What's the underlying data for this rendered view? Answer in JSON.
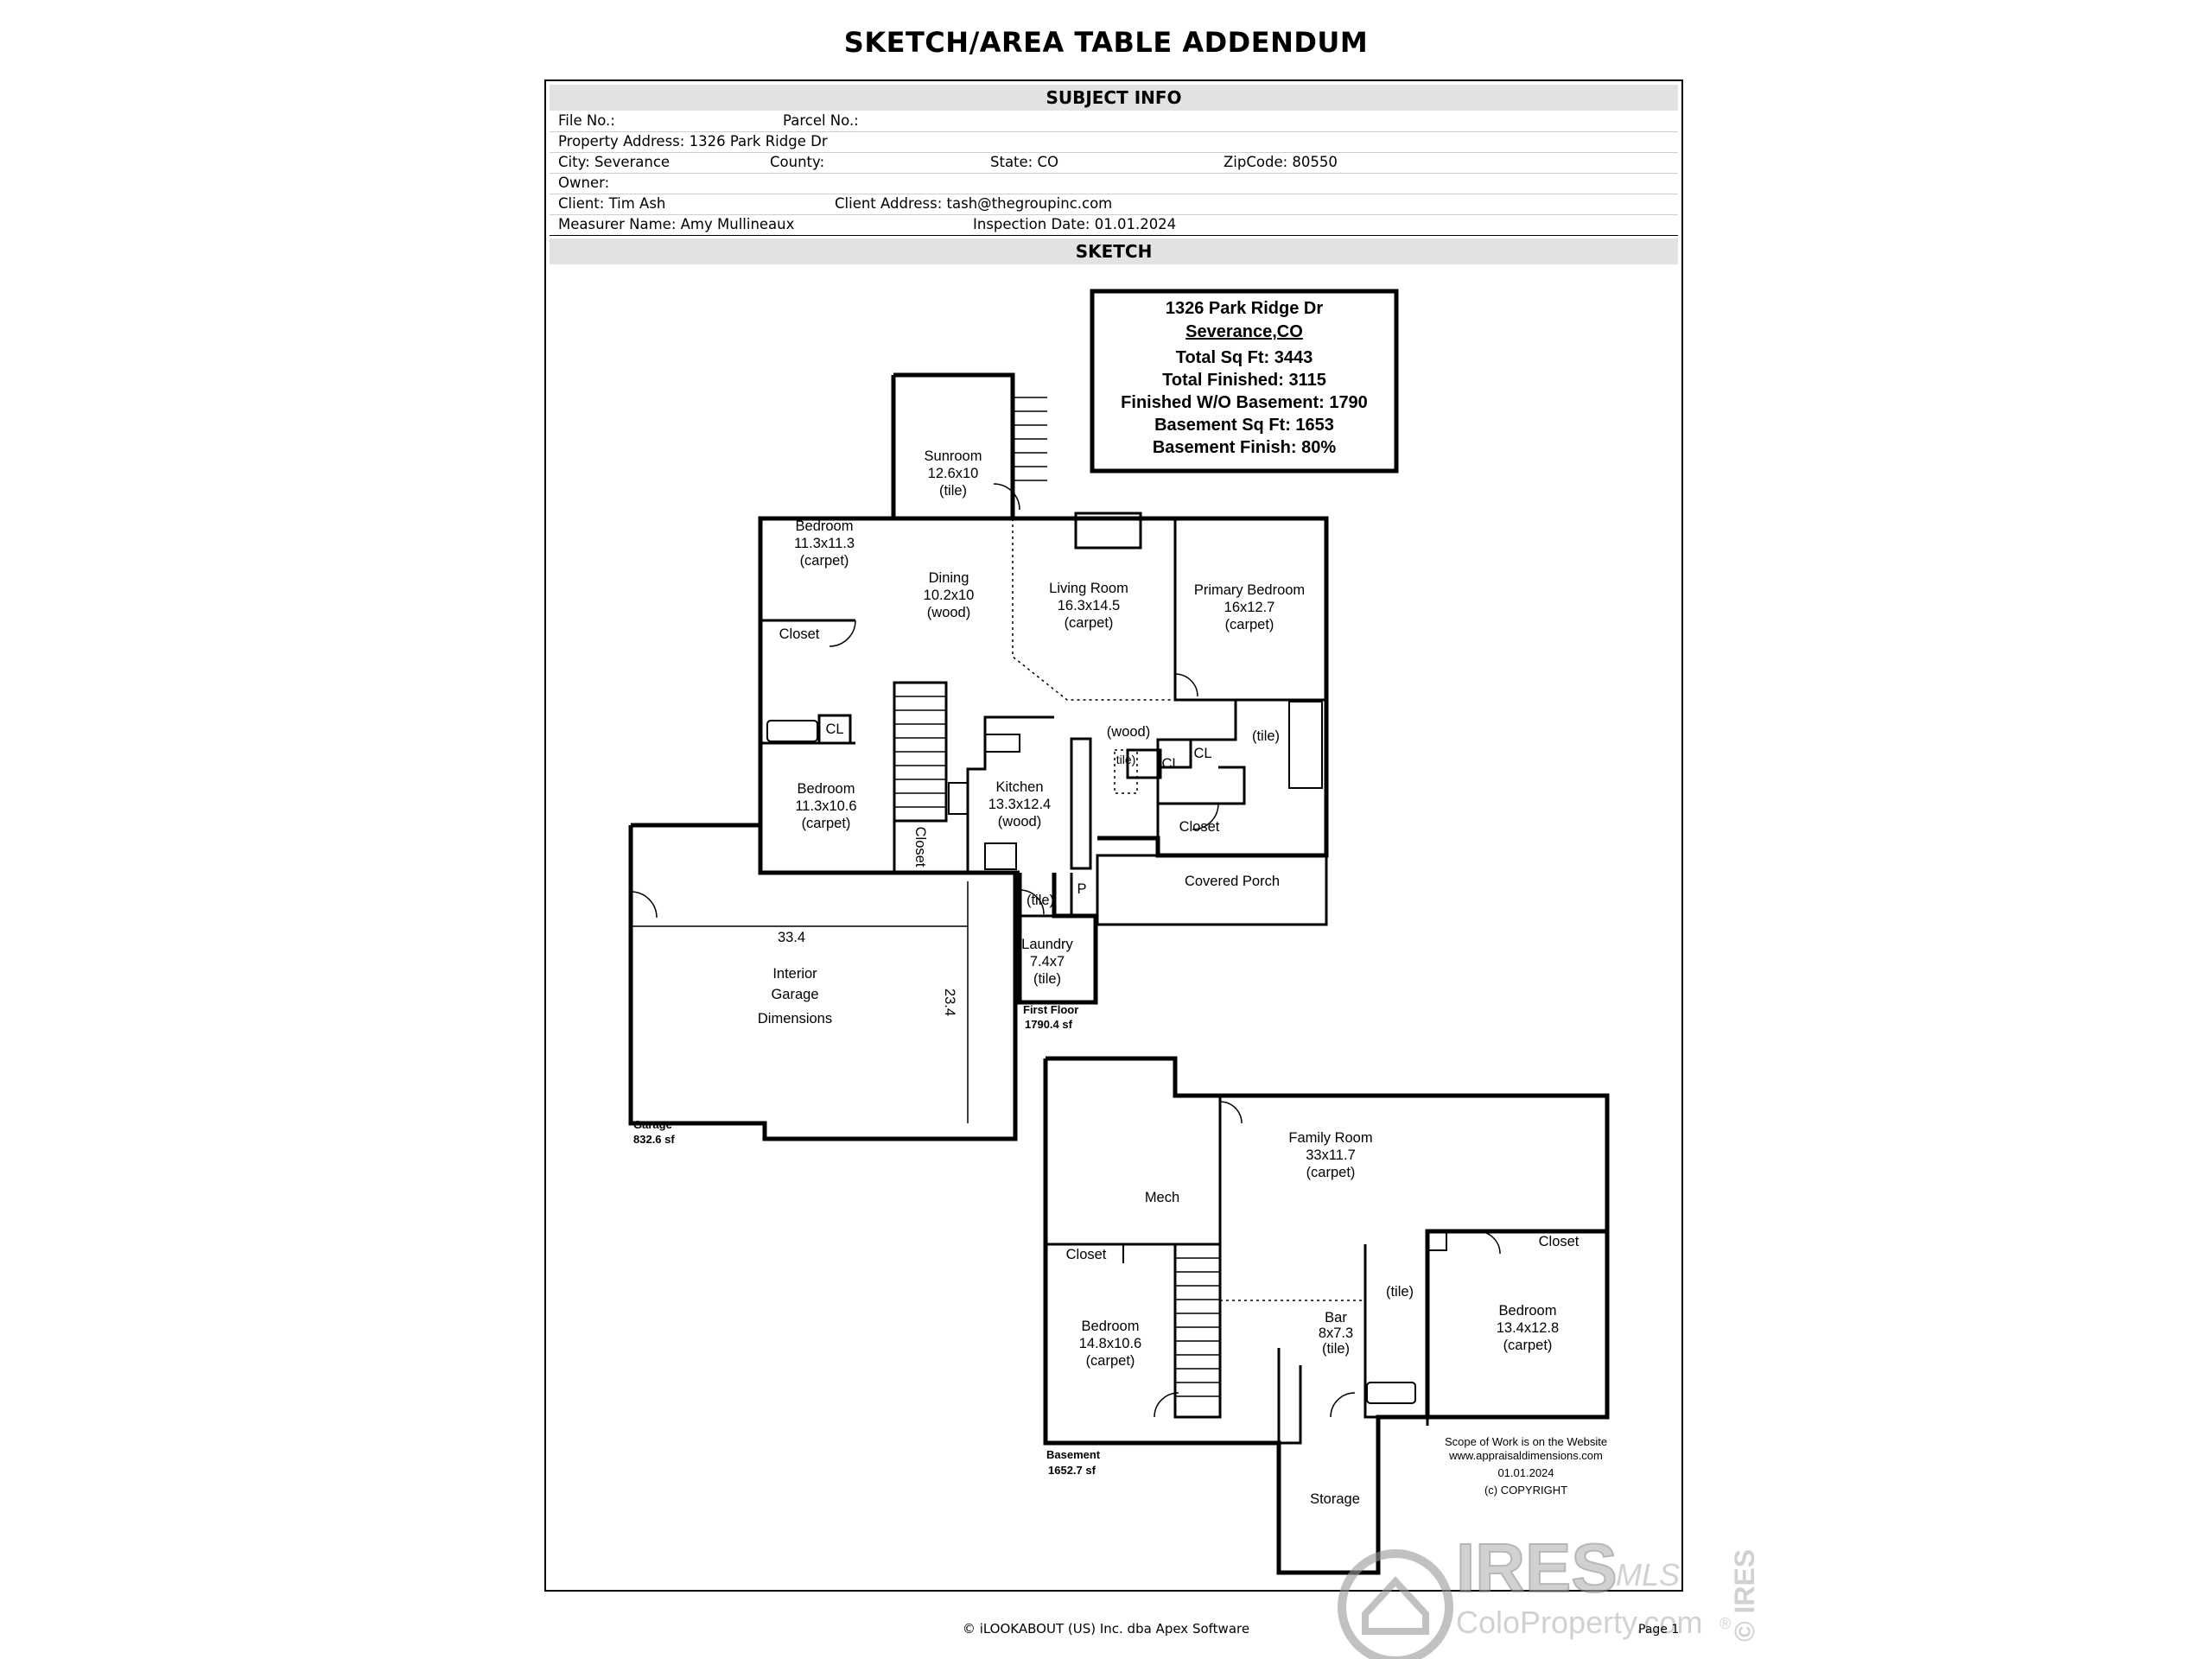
{
  "title": "SKETCH/AREA TABLE ADDENDUM",
  "sections": {
    "subject_info": "SUBJECT INFO",
    "sketch": "SKETCH"
  },
  "subject": {
    "file_no": "File No.:",
    "parcel_no": "Parcel No.:",
    "property_address": "Property Address: 1326 Park Ridge Dr",
    "city": "City: Severance",
    "county": "County:",
    "state": "State: CO",
    "zip": "ZipCode: 80550",
    "owner": "Owner:",
    "client": "Client: Tim Ash",
    "client_address": "Client Address: tash@thegroupinc.com",
    "measurer": "Measurer Name: Amy Mullineaux",
    "inspection_date": "Inspection Date: 01.01.2024"
  },
  "summary": {
    "line1": "1326 Park Ridge Dr",
    "line2": "Severance,CO",
    "total": "Total Sq Ft:  3443",
    "finished": "Total Finished:  3115",
    "finished_wo": "Finished W/O Basement:  1790",
    "basement_sqft": "Basement Sq Ft:  1653",
    "basement_finish": "Basement Finish:  80%"
  },
  "rooms": {
    "sunroom": [
      "Sunroom",
      "12.6x10",
      "(tile)"
    ],
    "bedroom_nw": [
      "Bedroom",
      "11.3x11.3",
      "(carpet)"
    ],
    "dining": [
      "Dining",
      "10.2x10",
      "(wood)"
    ],
    "living": [
      "Living Room",
      "16.3x14.5",
      "(carpet)"
    ],
    "primary": [
      "Primary Bedroom",
      "16x12.7",
      "(carpet)"
    ],
    "closet": "Closet",
    "cl": "CL",
    "tile": "(tile)",
    "wood": "(wood)",
    "bedroom_sw": [
      "Bedroom",
      "11.3x10.6",
      "(carpet)"
    ],
    "closet_vertical": "Closet",
    "kitchen": [
      "Kitchen",
      "13.3x12.4",
      "(wood)"
    ],
    "tile_small": "tile)",
    "porch": "Covered Porch",
    "pantry": "P",
    "laundry": [
      "Laundry",
      "7.4x7",
      "(tile)"
    ],
    "first_floor": [
      "First Floor",
      "1790.4 sf"
    ],
    "garage_width": "33.4",
    "garage_depth": "23.4",
    "garage_label": [
      "Interior",
      "Garage",
      "Dimensions"
    ],
    "garage": [
      "Garage",
      "832.6 sf"
    ],
    "family": [
      "Family Room",
      "33x11.7",
      "(carpet)"
    ],
    "mech": "Mech",
    "bedroom_bw": [
      "Bedroom",
      "14.8x10.6",
      "(carpet)"
    ],
    "bar": [
      "Bar",
      "8x7.3",
      "(tile)"
    ],
    "bedroom_be": [
      "Bedroom",
      "13.4x12.8",
      "(carpet)"
    ],
    "basement": [
      "Basement",
      "1652.7 sf"
    ],
    "storage": "Storage",
    "scope": [
      "Scope of Work is on the Website",
      "www.appraisaldimensions.com",
      "01.01.2024",
      "(c) COPYRIGHT"
    ]
  },
  "watermark": {
    "brand": "IRES",
    "sub": "ColoProperty.com",
    "mls": "MLS",
    "side": "© IRES",
    "reg": "®"
  },
  "footer": "© iLOOKABOUT (US) Inc. dba Apex Software",
  "page": "Page 1"
}
